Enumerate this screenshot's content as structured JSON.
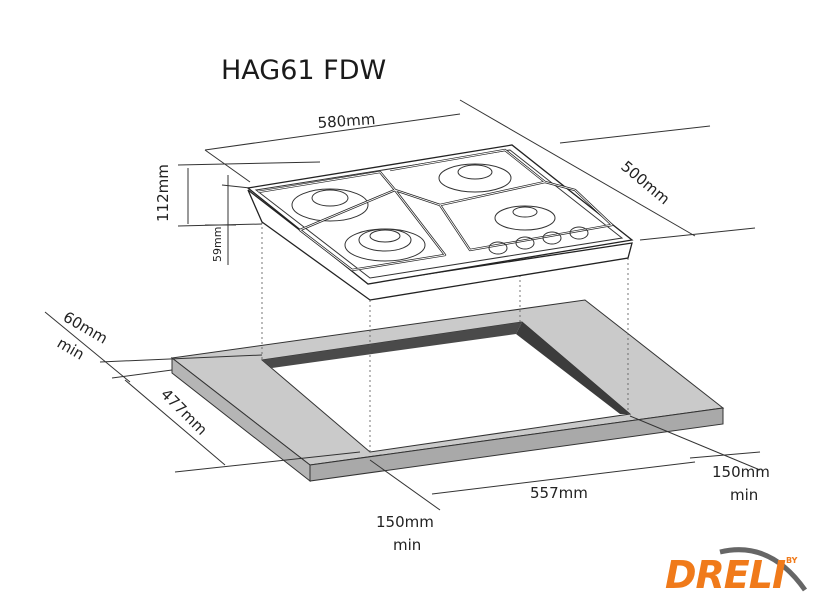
{
  "title": "HAG61 FDW",
  "dimensions": {
    "width": "580mm",
    "depth": "500mm",
    "height": "112mm",
    "height_above": "59mm",
    "front_clearance": "60mm",
    "front_clearance_min": "min",
    "cutout_depth": "477mm",
    "cutout_width": "557mm",
    "right_clearance": "150mm",
    "right_clearance_min": "min",
    "left_clearance": "150mm",
    "left_clearance_min": "min"
  },
  "logo": {
    "text": "DRELI",
    "by": "BY",
    "color": "#f07a1a",
    "swoosh_color": "#666666"
  },
  "colors": {
    "countertop": "#c9c9c9",
    "cutout_wall": "#4a4a4a"
  }
}
